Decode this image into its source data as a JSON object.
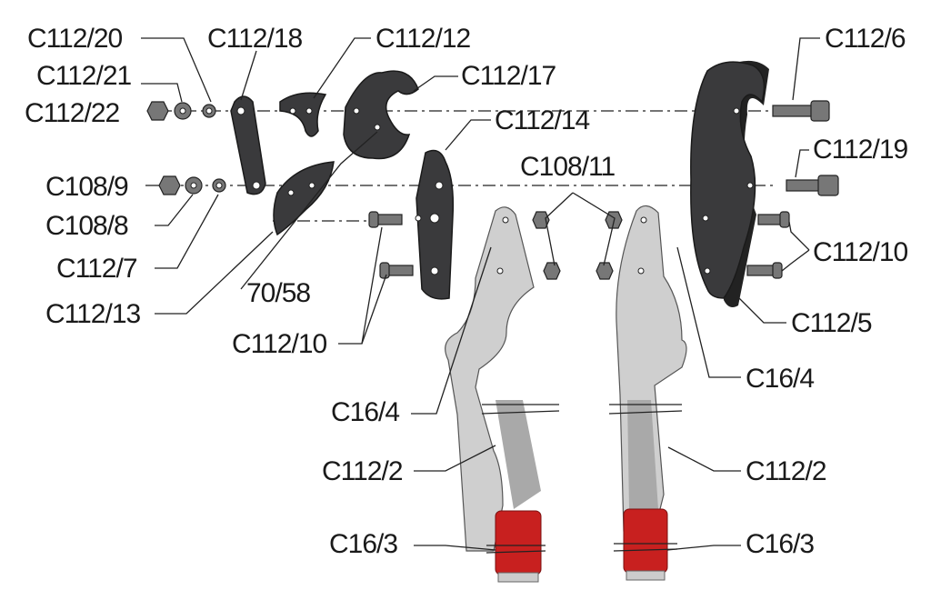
{
  "diagram": {
    "labels": [
      {
        "id": "C112-20",
        "text": "C112/20"
      },
      {
        "id": "C112-18",
        "text": "C112/18"
      },
      {
        "id": "C112-12",
        "text": "C112/12"
      },
      {
        "id": "C112-21",
        "text": "C112/21"
      },
      {
        "id": "C112-17",
        "text": "C112/17"
      },
      {
        "id": "C112-22",
        "text": "C112/22"
      },
      {
        "id": "C112-14",
        "text": "C112/14"
      },
      {
        "id": "C112-6",
        "text": "C112/6"
      },
      {
        "id": "C112-19",
        "text": "C112/19"
      },
      {
        "id": "C108-11",
        "text": "C108/11"
      },
      {
        "id": "C108-9",
        "text": "C108/9"
      },
      {
        "id": "C108-8",
        "text": "C108/8"
      },
      {
        "id": "C112-7",
        "text": "C112/7"
      },
      {
        "id": "C112-10-right",
        "text": "C112/10"
      },
      {
        "id": "70-58",
        "text": "70/58"
      },
      {
        "id": "C112-13",
        "text": "C112/13"
      },
      {
        "id": "C112-5",
        "text": "C112/5"
      },
      {
        "id": "C112-10-left",
        "text": "C112/10"
      },
      {
        "id": "C16-4-right",
        "text": "C16/4"
      },
      {
        "id": "C16-4-left",
        "text": "C16/4"
      },
      {
        "id": "C112-2-left",
        "text": "C112/2"
      },
      {
        "id": "C112-2-right",
        "text": "C112/2"
      },
      {
        "id": "C16-3-left",
        "text": "C16/3"
      },
      {
        "id": "C16-3-right",
        "text": "C16/3"
      }
    ],
    "colors": {
      "parts_dark": "#3a3a3c",
      "handle": "#cfcfcf",
      "grip": "#c8201f"
    }
  }
}
